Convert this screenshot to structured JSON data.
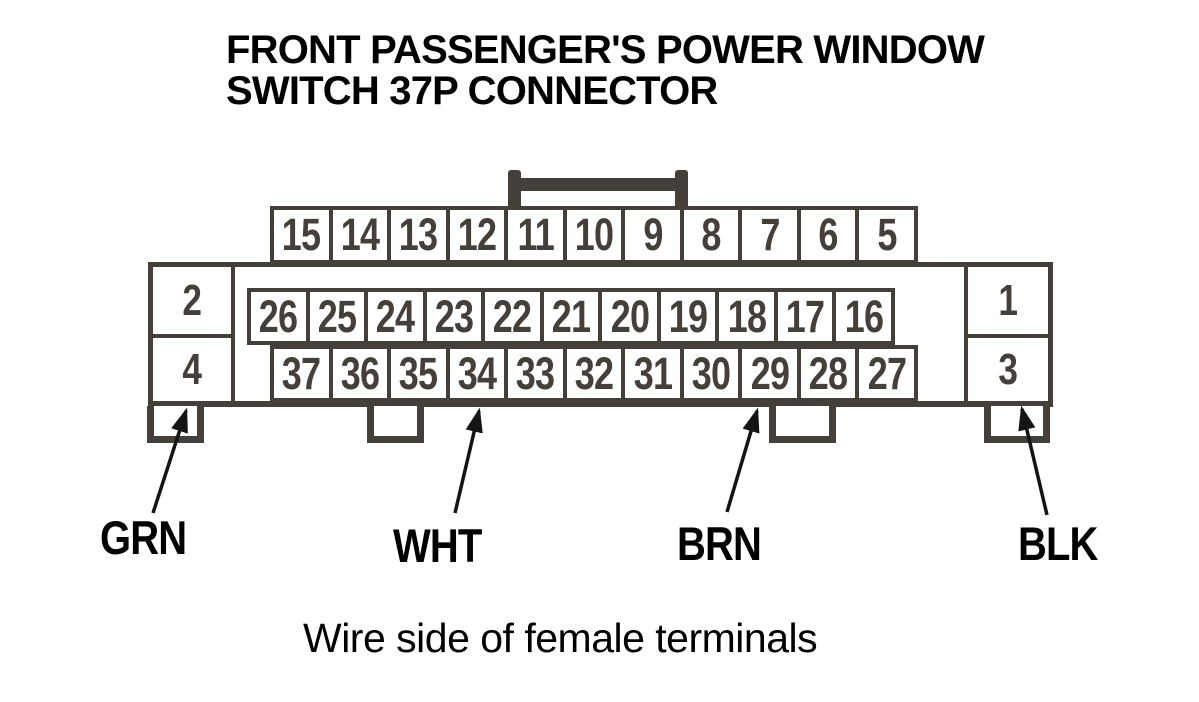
{
  "title": {
    "line1": "FRONT PASSENGER'S POWER WINDOW",
    "line2": "SWITCH 37P CONNECTOR"
  },
  "connector": {
    "pins": {
      "top": [
        "15",
        "14",
        "13",
        "12",
        "11",
        "10",
        "9",
        "8",
        "7",
        "6",
        "5"
      ],
      "middle": [
        "26",
        "25",
        "24",
        "23",
        "22",
        "21",
        "20",
        "19",
        "18",
        "17",
        "16"
      ],
      "bottom": [
        "37",
        "36",
        "35",
        "34",
        "33",
        "32",
        "31",
        "30",
        "29",
        "28",
        "27"
      ],
      "left": [
        "2",
        "4"
      ],
      "right": [
        "1",
        "3"
      ]
    }
  },
  "wire_labels": [
    {
      "text": "GRN",
      "target_pin": "4"
    },
    {
      "text": "WHT",
      "target_pin": "34"
    },
    {
      "text": "BRN",
      "target_pin": "29"
    },
    {
      "text": "BLK",
      "target_pin": "3"
    }
  ],
  "caption": "Wire side of female terminals",
  "colors": {
    "line": "#453f39",
    "text": "#000000",
    "background": "#ffffff"
  }
}
